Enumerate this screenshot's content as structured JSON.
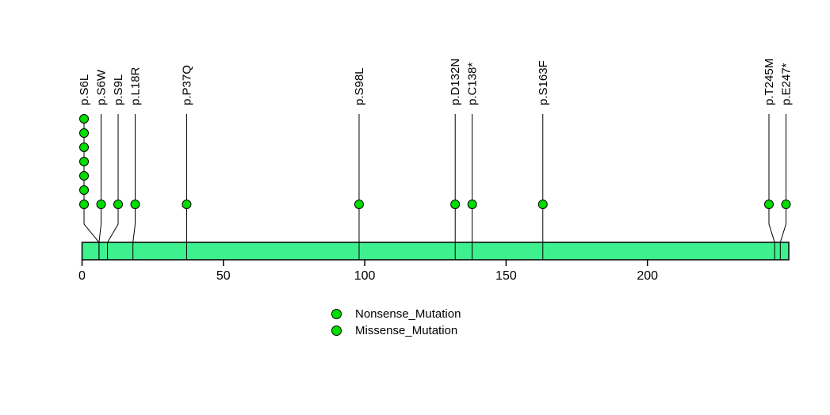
{
  "chart_data": {
    "type": "lollipop",
    "title": "",
    "protein_track": {
      "xlim": [
        0,
        250
      ],
      "axis_ticks": [
        0,
        50,
        100,
        150,
        200
      ],
      "bar_color": "#3FF08F",
      "bar_border_color": "#000000",
      "point_color": "#00DD00",
      "point_border_color": "#000000"
    },
    "mutations": [
      {
        "label": "p.S6L",
        "position": 6,
        "count": 7,
        "type": "Missense_Mutation"
      },
      {
        "label": "p.S6W",
        "position": 6,
        "count": 1,
        "type": "Missense_Mutation"
      },
      {
        "label": "p.S9L",
        "position": 9,
        "count": 1,
        "type": "Missense_Mutation"
      },
      {
        "label": "p.L18R",
        "position": 18,
        "count": 1,
        "type": "Missense_Mutation"
      },
      {
        "label": "p.P37Q",
        "position": 37,
        "count": 1,
        "type": "Missense_Mutation"
      },
      {
        "label": "p.S98L",
        "position": 98,
        "count": 1,
        "type": "Missense_Mutation"
      },
      {
        "label": "p.D132N",
        "position": 132,
        "count": 1,
        "type": "Missense_Mutation"
      },
      {
        "label": "p.C138*",
        "position": 138,
        "count": 1,
        "type": "Nonsense_Mutation"
      },
      {
        "label": "p.S163F",
        "position": 163,
        "count": 1,
        "type": "Missense_Mutation"
      },
      {
        "label": "p.T245M",
        "position": 245,
        "count": 1,
        "type": "Missense_Mutation"
      },
      {
        "label": "p.E247*",
        "position": 247,
        "count": 1,
        "type": "Nonsense_Mutation"
      }
    ],
    "legend": [
      {
        "label": "Nonsense_Mutation",
        "color": "#00DD00"
      },
      {
        "label": "Missense_Mutation",
        "color": "#00DD00"
      }
    ]
  }
}
